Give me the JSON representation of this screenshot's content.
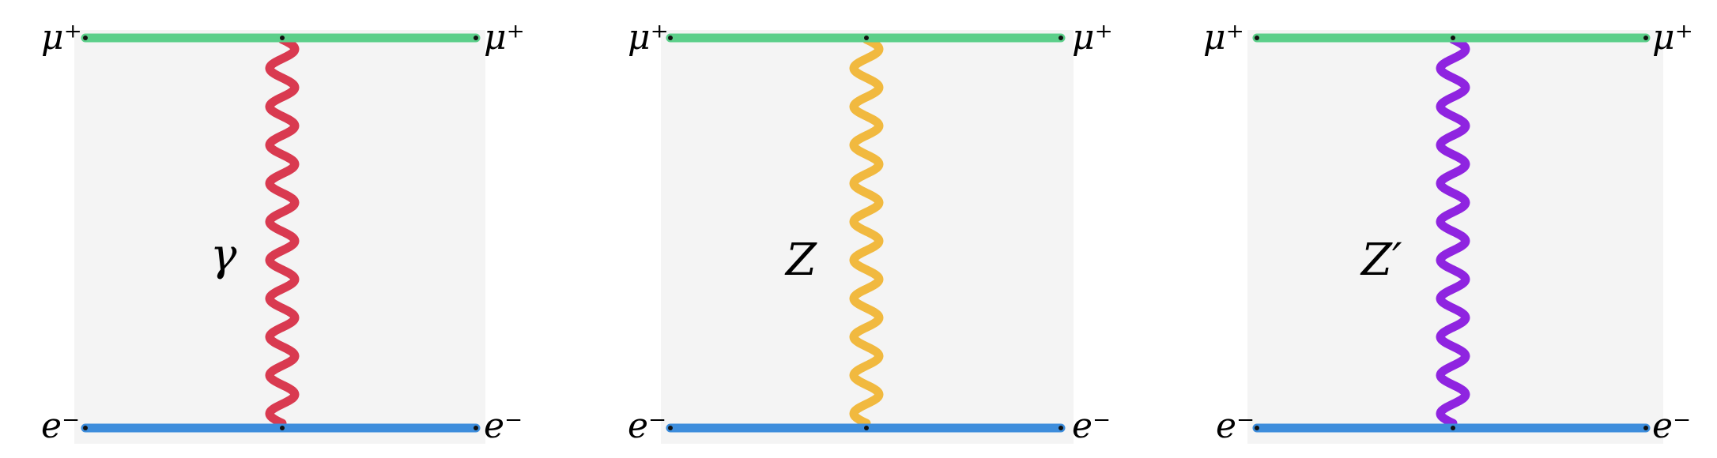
{
  "diagrams": [
    {
      "muon_in": "μ⁺",
      "muon_out": "μ⁺",
      "electron_in": "e⁻",
      "electron_out": "e⁻",
      "boson_label": "γ",
      "boson_color": "#d93a50"
    },
    {
      "muon_in": "μ⁺",
      "muon_out": "μ⁺",
      "electron_in": "e⁻",
      "electron_out": "e⁻",
      "boson_label": "Z",
      "boson_color": "#f1b93f"
    },
    {
      "muon_in": "μ⁺",
      "muon_out": "μ⁺",
      "electron_in": "e⁻",
      "electron_out": "e⁻",
      "boson_label": "Z′",
      "boson_color": "#8f24e0"
    }
  ],
  "colors": {
    "muon_line": "#5ccf8a",
    "electron_line": "#3d8ddc",
    "panel_background": "#f4f4f4",
    "vertex": "#111111"
  }
}
